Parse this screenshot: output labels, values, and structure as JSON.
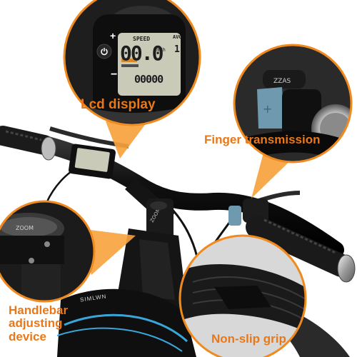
{
  "labels": {
    "lcd_display": "Lcd display",
    "finger_transmission": "Finger transmission",
    "handlebar_line1": "Handlebar",
    "handlebar_line2": "adjusting",
    "handlebar_line3": "device",
    "non_slip_grip": "Non-slip grip"
  },
  "lcd": {
    "speed_label": "SPEED",
    "unit": "km/h",
    "big_digits": "00.0",
    "odometer": "00000",
    "assist_level": "1",
    "mode": "AVG"
  },
  "controls": {
    "plus": "+",
    "minus": "−"
  },
  "frame_brand": "SIMLWN",
  "colors": {
    "accent_orange": "#F08A1E",
    "callout_fill": "#F7A23C",
    "label_text": "#E8781A",
    "lcd_screen": "#C9CBB8",
    "button_blue": "#6E99AE",
    "frame_black": "#141414",
    "frame_stripe": "#3AA6D8"
  },
  "icons": [
    "power-icon",
    "plus-icon",
    "minus-icon"
  ]
}
